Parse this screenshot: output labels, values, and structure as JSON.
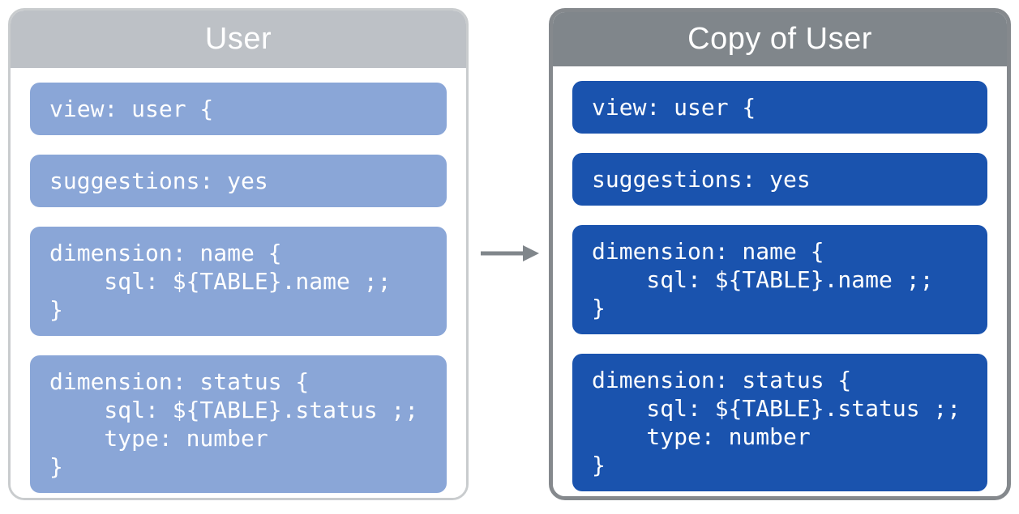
{
  "diagram": {
    "arrow": {
      "direction": "right",
      "color": "#80868b"
    },
    "panels": [
      {
        "id": "user",
        "title": "User",
        "header_color": "#bdc1c6",
        "border_color": "#c9ccce",
        "block_color": "#8aa6d7",
        "text_color": "#ffffff",
        "blocks": [
          {
            "lines": [
              "view: user {"
            ]
          },
          {
            "lines": [
              "suggestions: yes"
            ]
          },
          {
            "lines": [
              "dimension: name {",
              "    sql: ${TABLE}.name ;;",
              "}"
            ]
          },
          {
            "lines": [
              "dimension: status {",
              "    sql: ${TABLE}.status ;;",
              "    type: number",
              "}"
            ]
          }
        ]
      },
      {
        "id": "copy-of-user",
        "title": "Copy of User",
        "header_color": "#80868b",
        "border_color": "#85898d",
        "block_color": "#1a53ae",
        "text_color": "#ffffff",
        "blocks": [
          {
            "lines": [
              "view: user {"
            ]
          },
          {
            "lines": [
              "suggestions: yes"
            ]
          },
          {
            "lines": [
              "dimension: name {",
              "    sql: ${TABLE}.name ;;",
              "}"
            ]
          },
          {
            "lines": [
              "dimension: status {",
              "    sql: ${TABLE}.status ;;",
              "    type: number",
              "}"
            ]
          }
        ]
      }
    ]
  }
}
